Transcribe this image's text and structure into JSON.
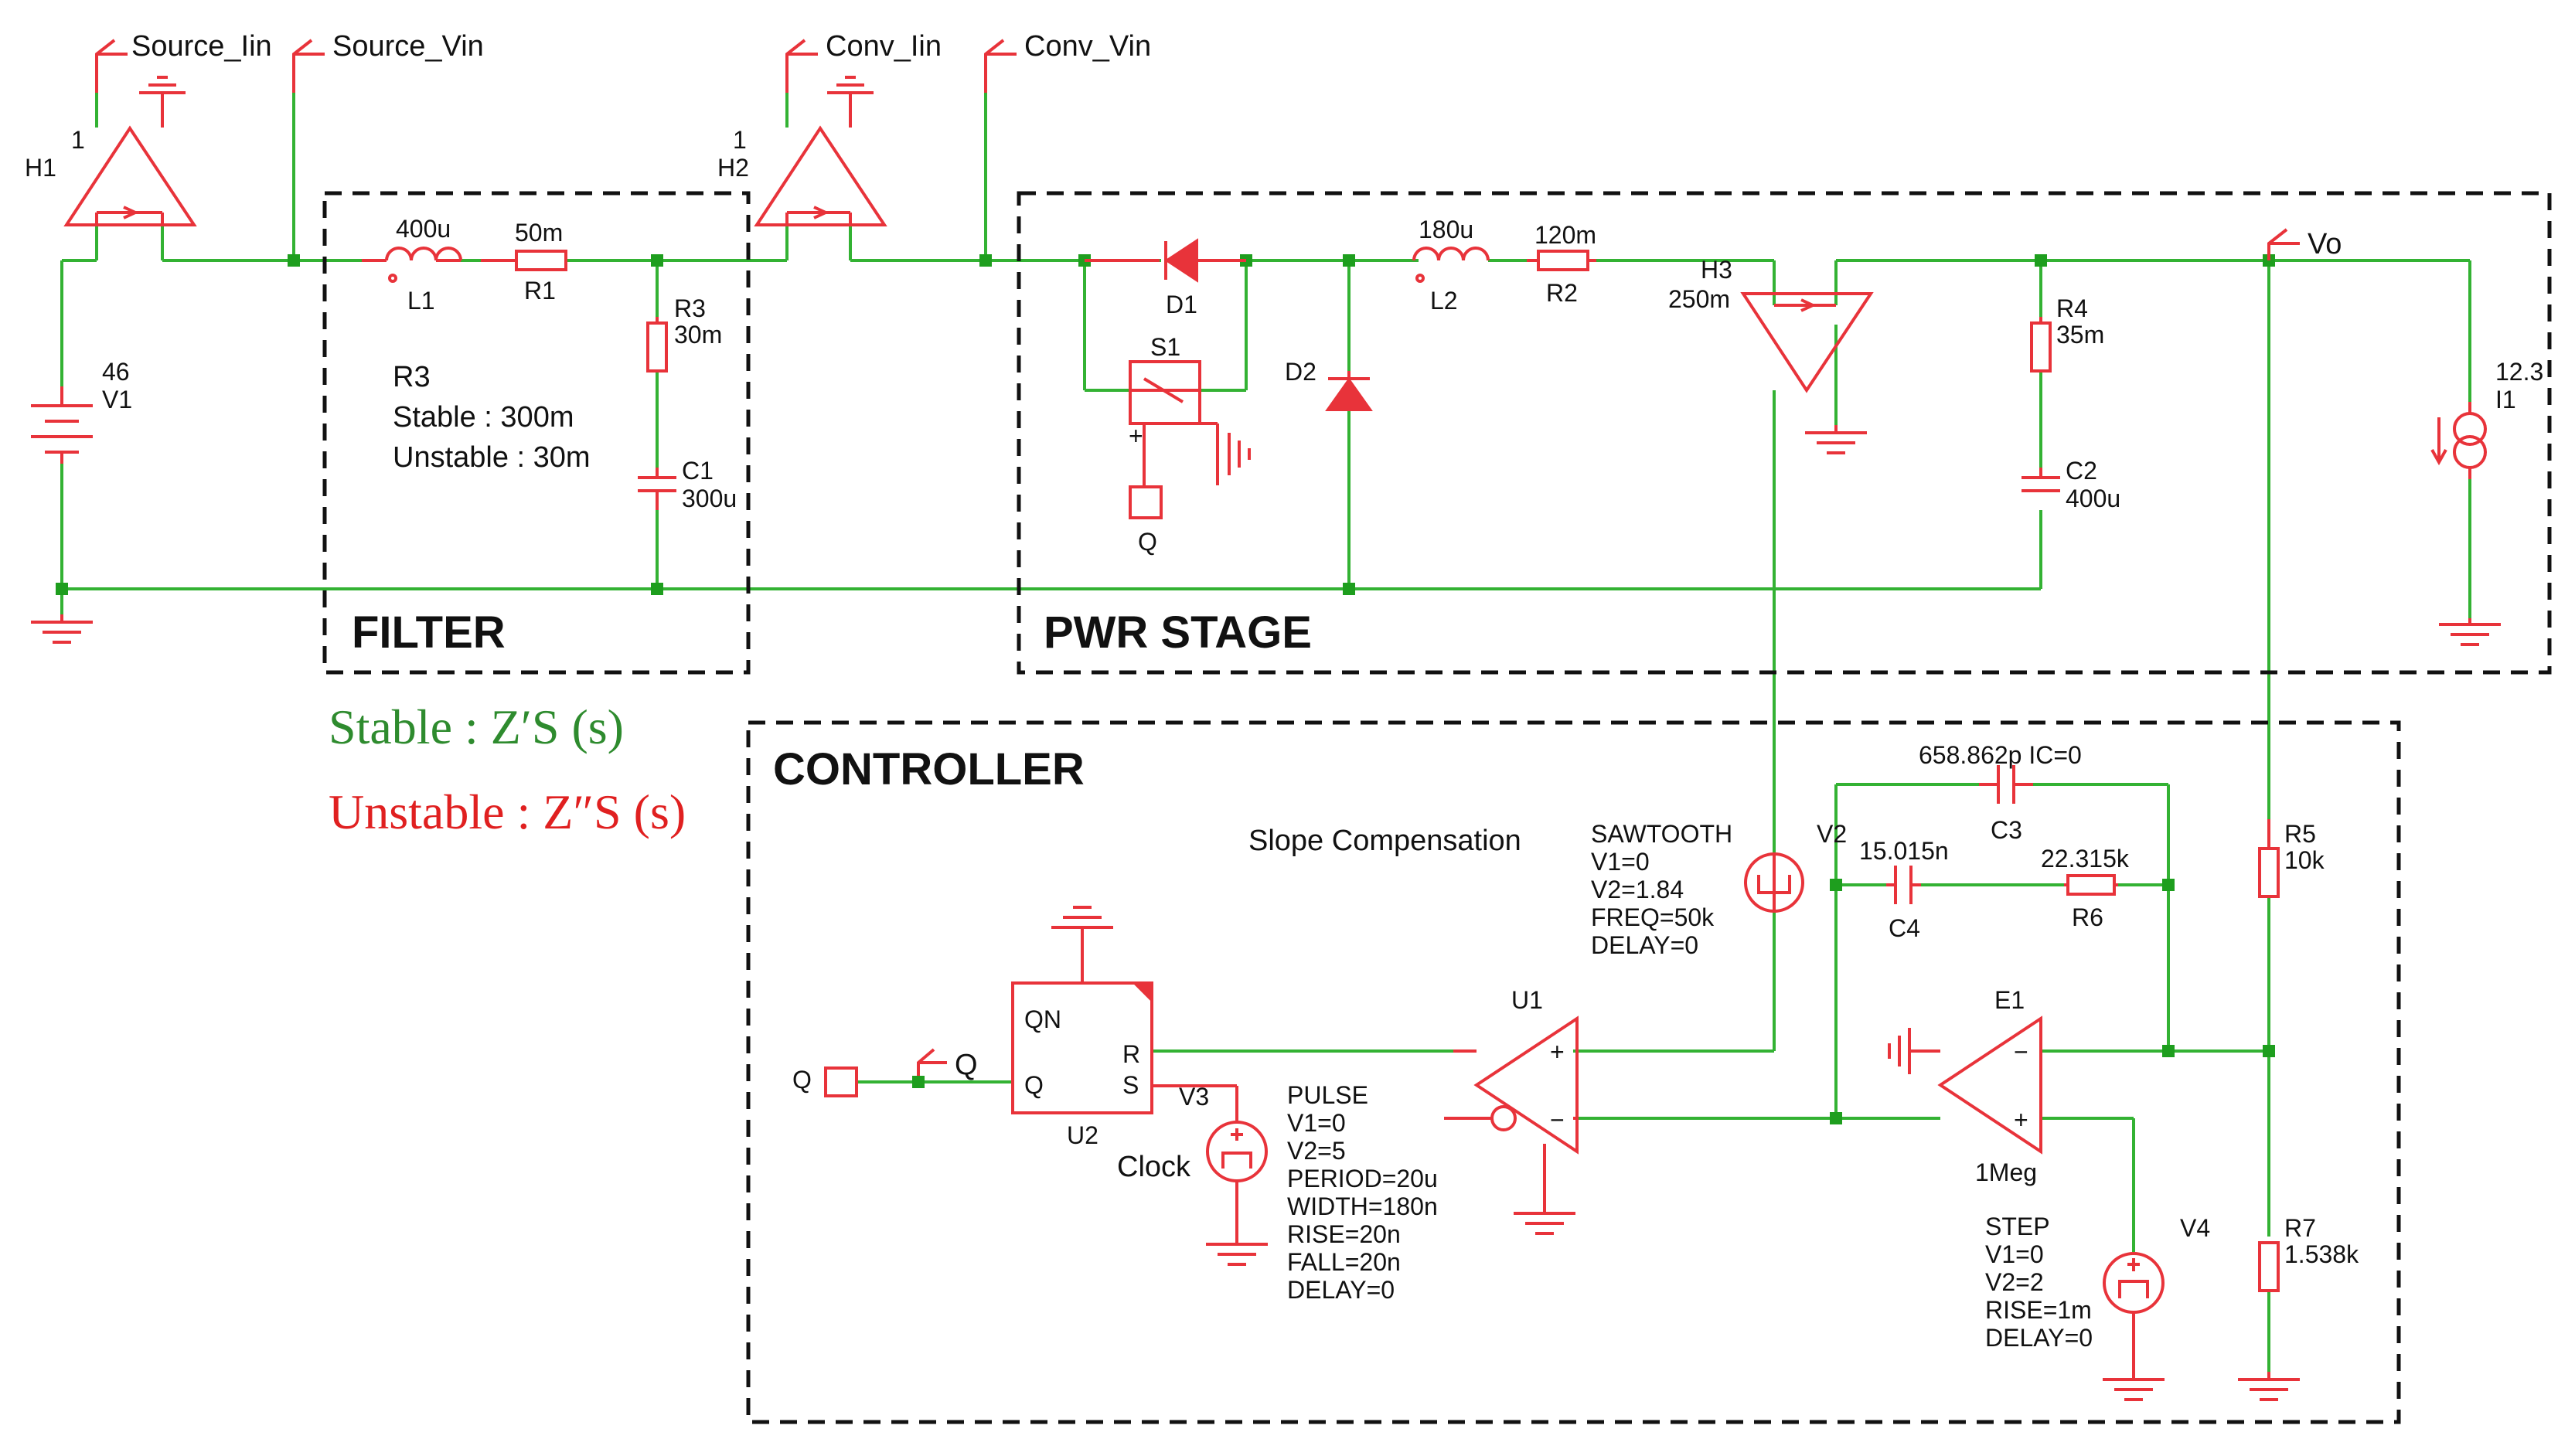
{
  "probes": {
    "source_iin": "Source_Iin",
    "source_vin": "Source_Vin",
    "conv_iin": "Conv_Iin",
    "conv_vin": "Conv_Vin",
    "vo": "Vo",
    "q": "Q"
  },
  "sections": {
    "filter": "FILTER",
    "pwr_stage": "PWR STAGE",
    "controller": "CONTROLLER"
  },
  "legend": {
    "stable": "Stable : Z′S (s)",
    "unstable": "Unstable : Z″S (s)",
    "stable_color": "#2e8b2e",
    "unstable_color": "#e02020"
  },
  "note": {
    "name": "R3",
    "stable": "Stable : 300m",
    "unstable": "Unstable : 30m"
  },
  "components": {
    "H1": {
      "name": "H1",
      "value": "1"
    },
    "H2": {
      "name": "H2",
      "value": "1"
    },
    "V1": {
      "name": "V1",
      "value": "46"
    },
    "L1": {
      "name": "L1",
      "value": "400u"
    },
    "R1": {
      "name": "R1",
      "value": "50m"
    },
    "R3": {
      "name": "R3",
      "value": "30m"
    },
    "C1": {
      "name": "C1",
      "value": "300u"
    },
    "D1": {
      "name": "D1"
    },
    "S1": {
      "name": "S1"
    },
    "D2": {
      "name": "D2"
    },
    "L2": {
      "name": "L2",
      "value": "180u"
    },
    "R2": {
      "name": "R2",
      "value": "120m"
    },
    "H3": {
      "name": "H3",
      "value": "250m"
    },
    "R4": {
      "name": "R4",
      "value": "35m"
    },
    "C2": {
      "name": "C2",
      "value": "400u"
    },
    "I1": {
      "name": "I1",
      "value": "12.3"
    },
    "C3": {
      "name": "C3",
      "value": "658.862p IC=0"
    },
    "C4": {
      "name": "C4",
      "value": "15.015n"
    },
    "R6": {
      "name": "R6",
      "value": "22.315k"
    },
    "R5": {
      "name": "R5",
      "value": "10k"
    },
    "R7": {
      "name": "R7",
      "value": "1.538k"
    },
    "U1": {
      "name": "U1"
    },
    "U2": {
      "name": "U2"
    },
    "E1": {
      "name": "E1",
      "value": "1Meg"
    },
    "V2": {
      "name": "V2",
      "params": [
        "SAWTOOTH",
        "V1=0",
        "V2=1.84",
        "FREQ=50k",
        "DELAY=0"
      ]
    },
    "V3": {
      "name": "V3",
      "params": [
        "PULSE",
        "V1=0",
        "V2=5",
        "PERIOD=20u",
        "WIDTH=180n",
        "RISE=20n",
        "FALL=20n",
        "DELAY=0"
      ]
    },
    "V4": {
      "name": "V4",
      "params": [
        "STEP",
        "V1=0",
        "V2=2",
        "RISE=1m",
        "DELAY=0"
      ]
    }
  },
  "pins": {
    "qn": "QN",
    "q": "Q",
    "r": "R",
    "s": "S",
    "plus": "+",
    "minus": "−"
  },
  "labels": {
    "slope_compensation": "Slope Compensation",
    "clock": "Clock"
  }
}
